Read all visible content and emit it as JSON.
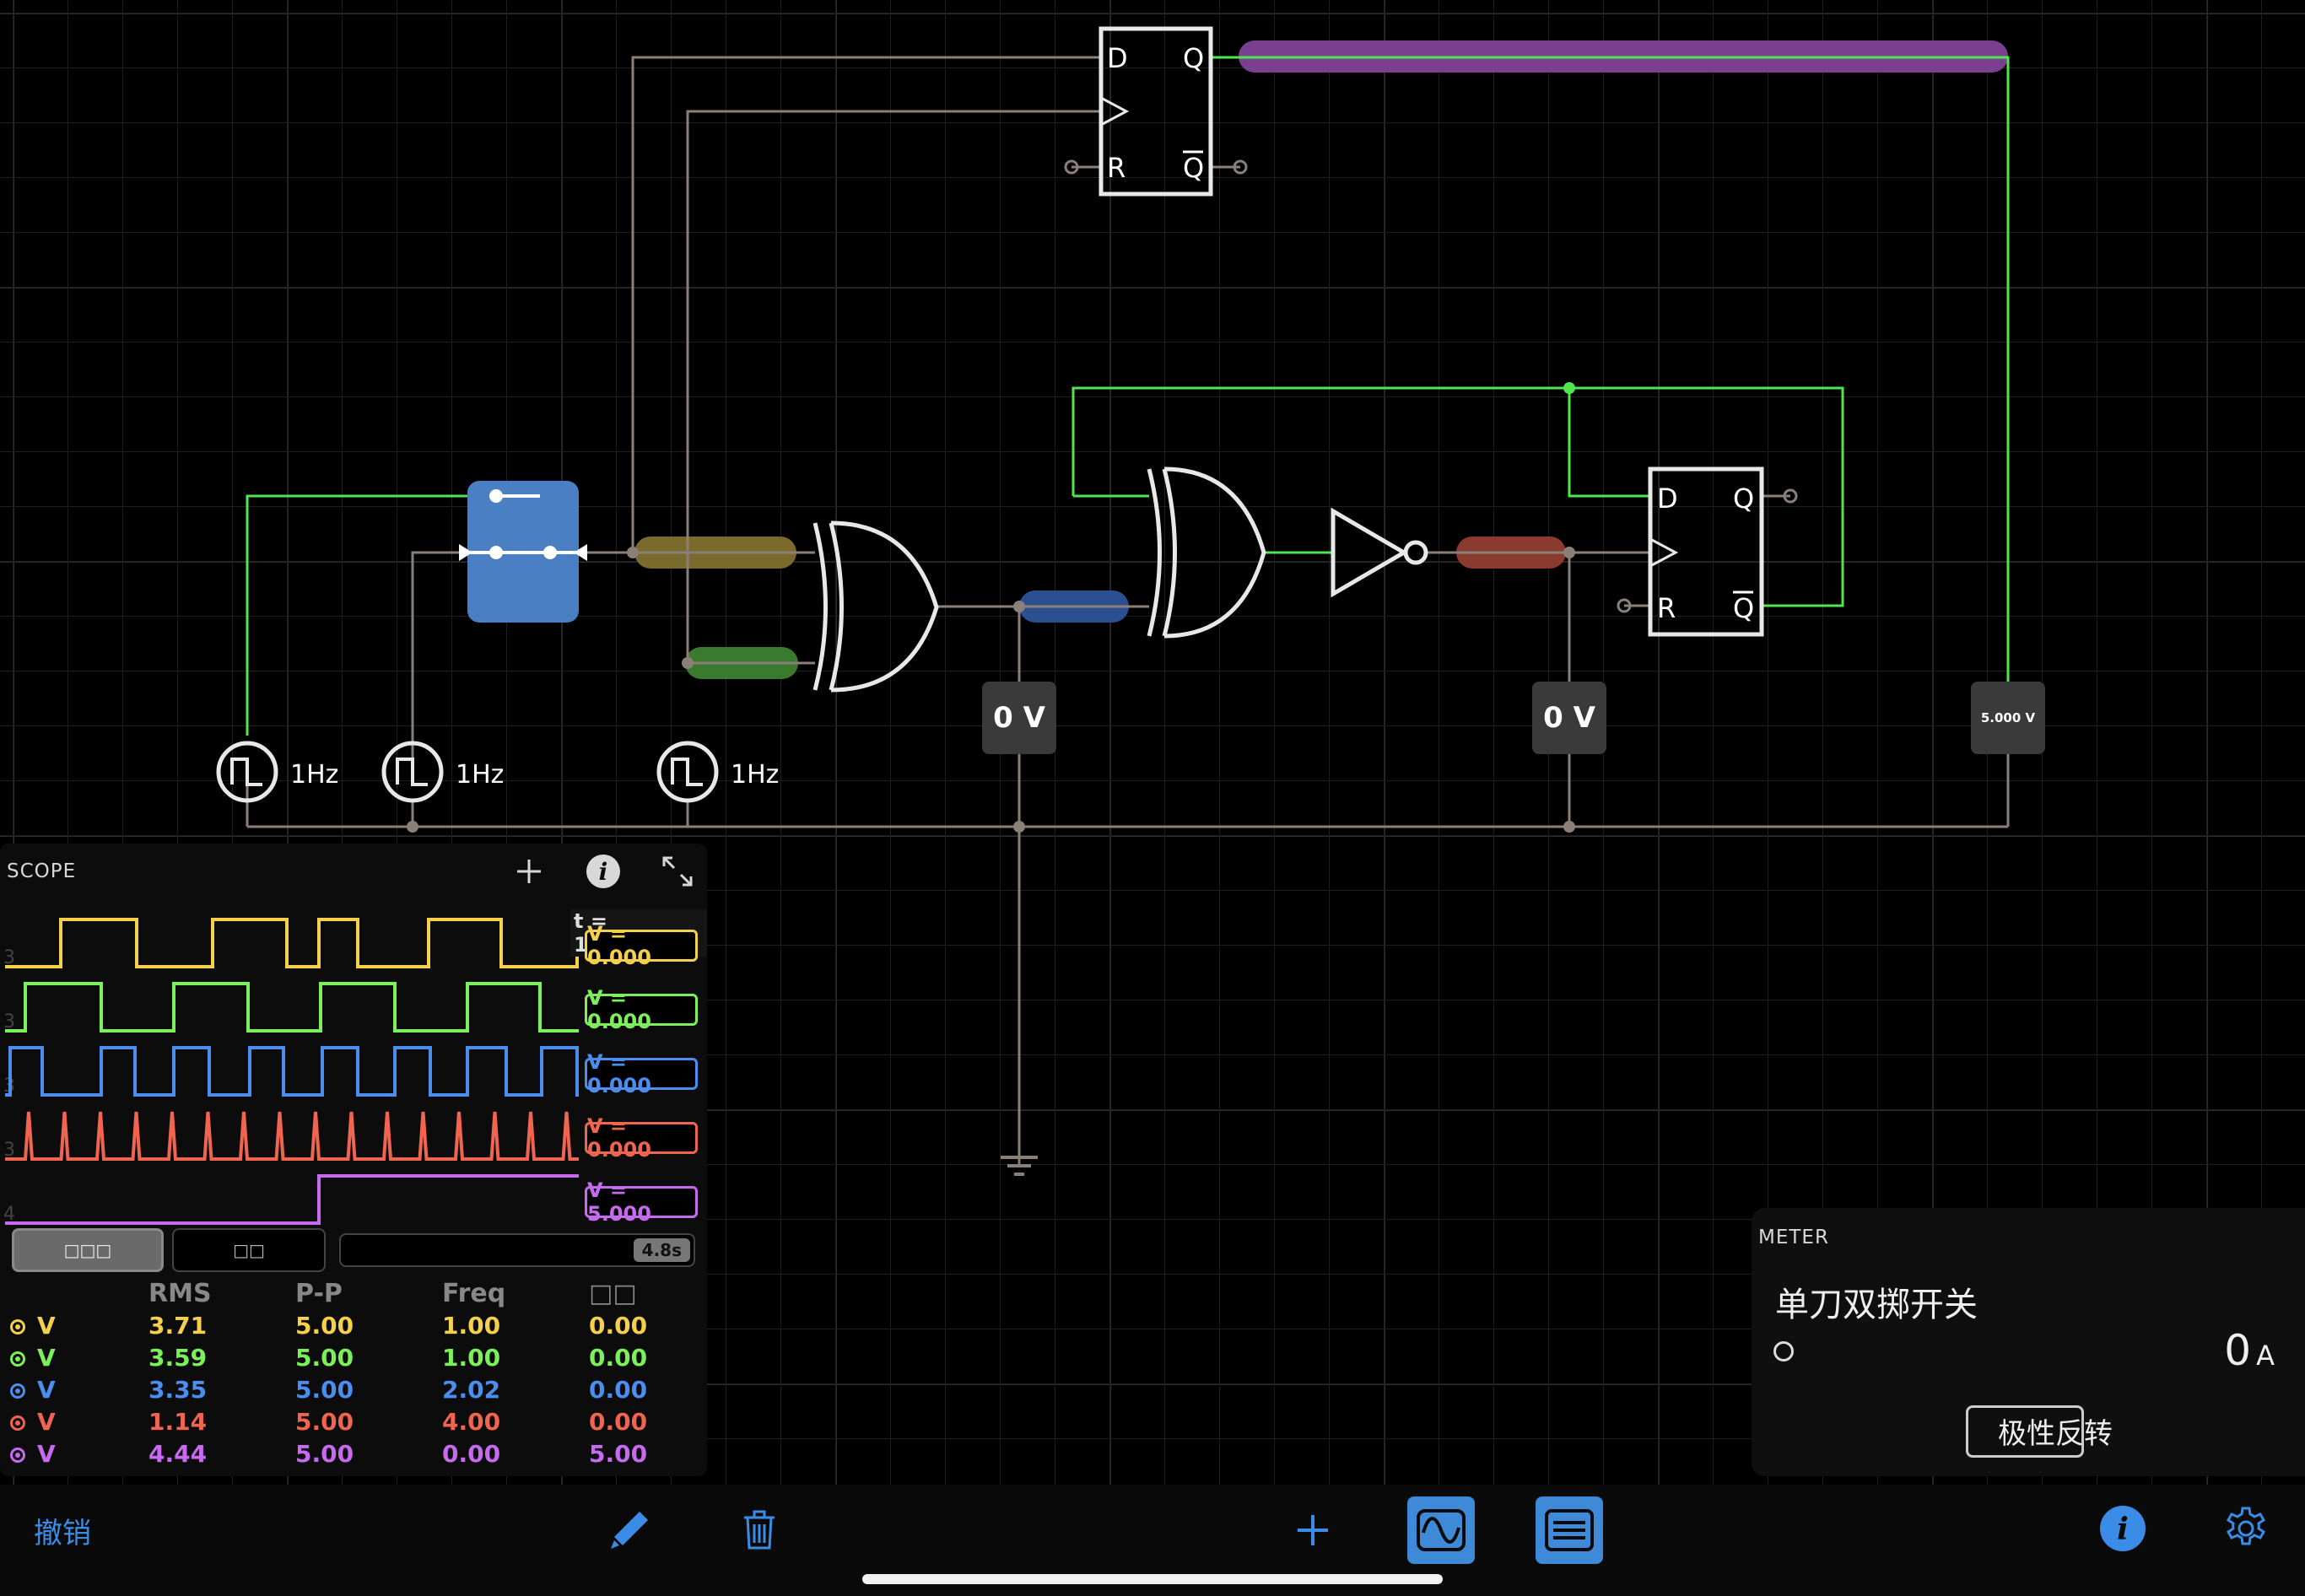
{
  "circuit": {
    "clock_labels": [
      "1Hz",
      "1Hz",
      "1Hz"
    ],
    "probe_labels": [
      "0 V",
      "0 V",
      "5.000 V"
    ],
    "flipflop_top": {
      "d": "D",
      "q": "Q",
      "r": "R",
      "qbar": "Q"
    },
    "flipflop_right": {
      "d": "D",
      "q": "Q",
      "r": "R",
      "qbar": "Q"
    }
  },
  "scope": {
    "title": "SCOPE",
    "timestamp": "t = 164.613",
    "channels": [
      {
        "color": "#f5d04a",
        "readout": "V = 0.000",
        "scale": "3"
      },
      {
        "color": "#7bf05a",
        "readout": "V = 0.000",
        "scale": "3"
      },
      {
        "color": "#4b8ef0",
        "readout": "V = 0.000",
        "scale": "3"
      },
      {
        "color": "#f06450",
        "readout": "V = 0.000",
        "scale": "3"
      },
      {
        "color": "#c86af0",
        "readout": "V = 5.000",
        "scale": "4"
      }
    ],
    "mode_buttons": [
      "□□□",
      "□□"
    ],
    "time_window": "4.8s",
    "stats_headers": [
      "RMS",
      "P-P",
      "Freq",
      "□□"
    ],
    "stats_rows": [
      {
        "label": "V",
        "rms": "3.71",
        "pp": "5.00",
        "freq": "1.00",
        "dc": "0.00"
      },
      {
        "label": "V",
        "rms": "3.59",
        "pp": "5.00",
        "freq": "1.00",
        "dc": "0.00"
      },
      {
        "label": "V",
        "rms": "3.35",
        "pp": "5.00",
        "freq": "2.02",
        "dc": "0.00"
      },
      {
        "label": "V",
        "rms": "1.14",
        "pp": "5.00",
        "freq": "4.00",
        "dc": "0.00"
      },
      {
        "label": "V",
        "rms": "4.44",
        "pp": "5.00",
        "freq": "0.00",
        "dc": "5.00"
      }
    ]
  },
  "meter": {
    "title": "METER",
    "component": "单刀双掷开关",
    "value": "0",
    "unit": "A",
    "button_label": "极性反转"
  },
  "toolbar": {
    "undo_label": "撤销",
    "icons": [
      "pencil-icon",
      "trash-icon",
      "plus-icon",
      "waveform-icon",
      "list-icon",
      "info-icon",
      "gear-icon"
    ]
  },
  "colors": {
    "wire": "#8a8078",
    "active_wire": "#4fe64f",
    "accent": "#3b8ce6",
    "switch_body": "#4a7fc4"
  }
}
